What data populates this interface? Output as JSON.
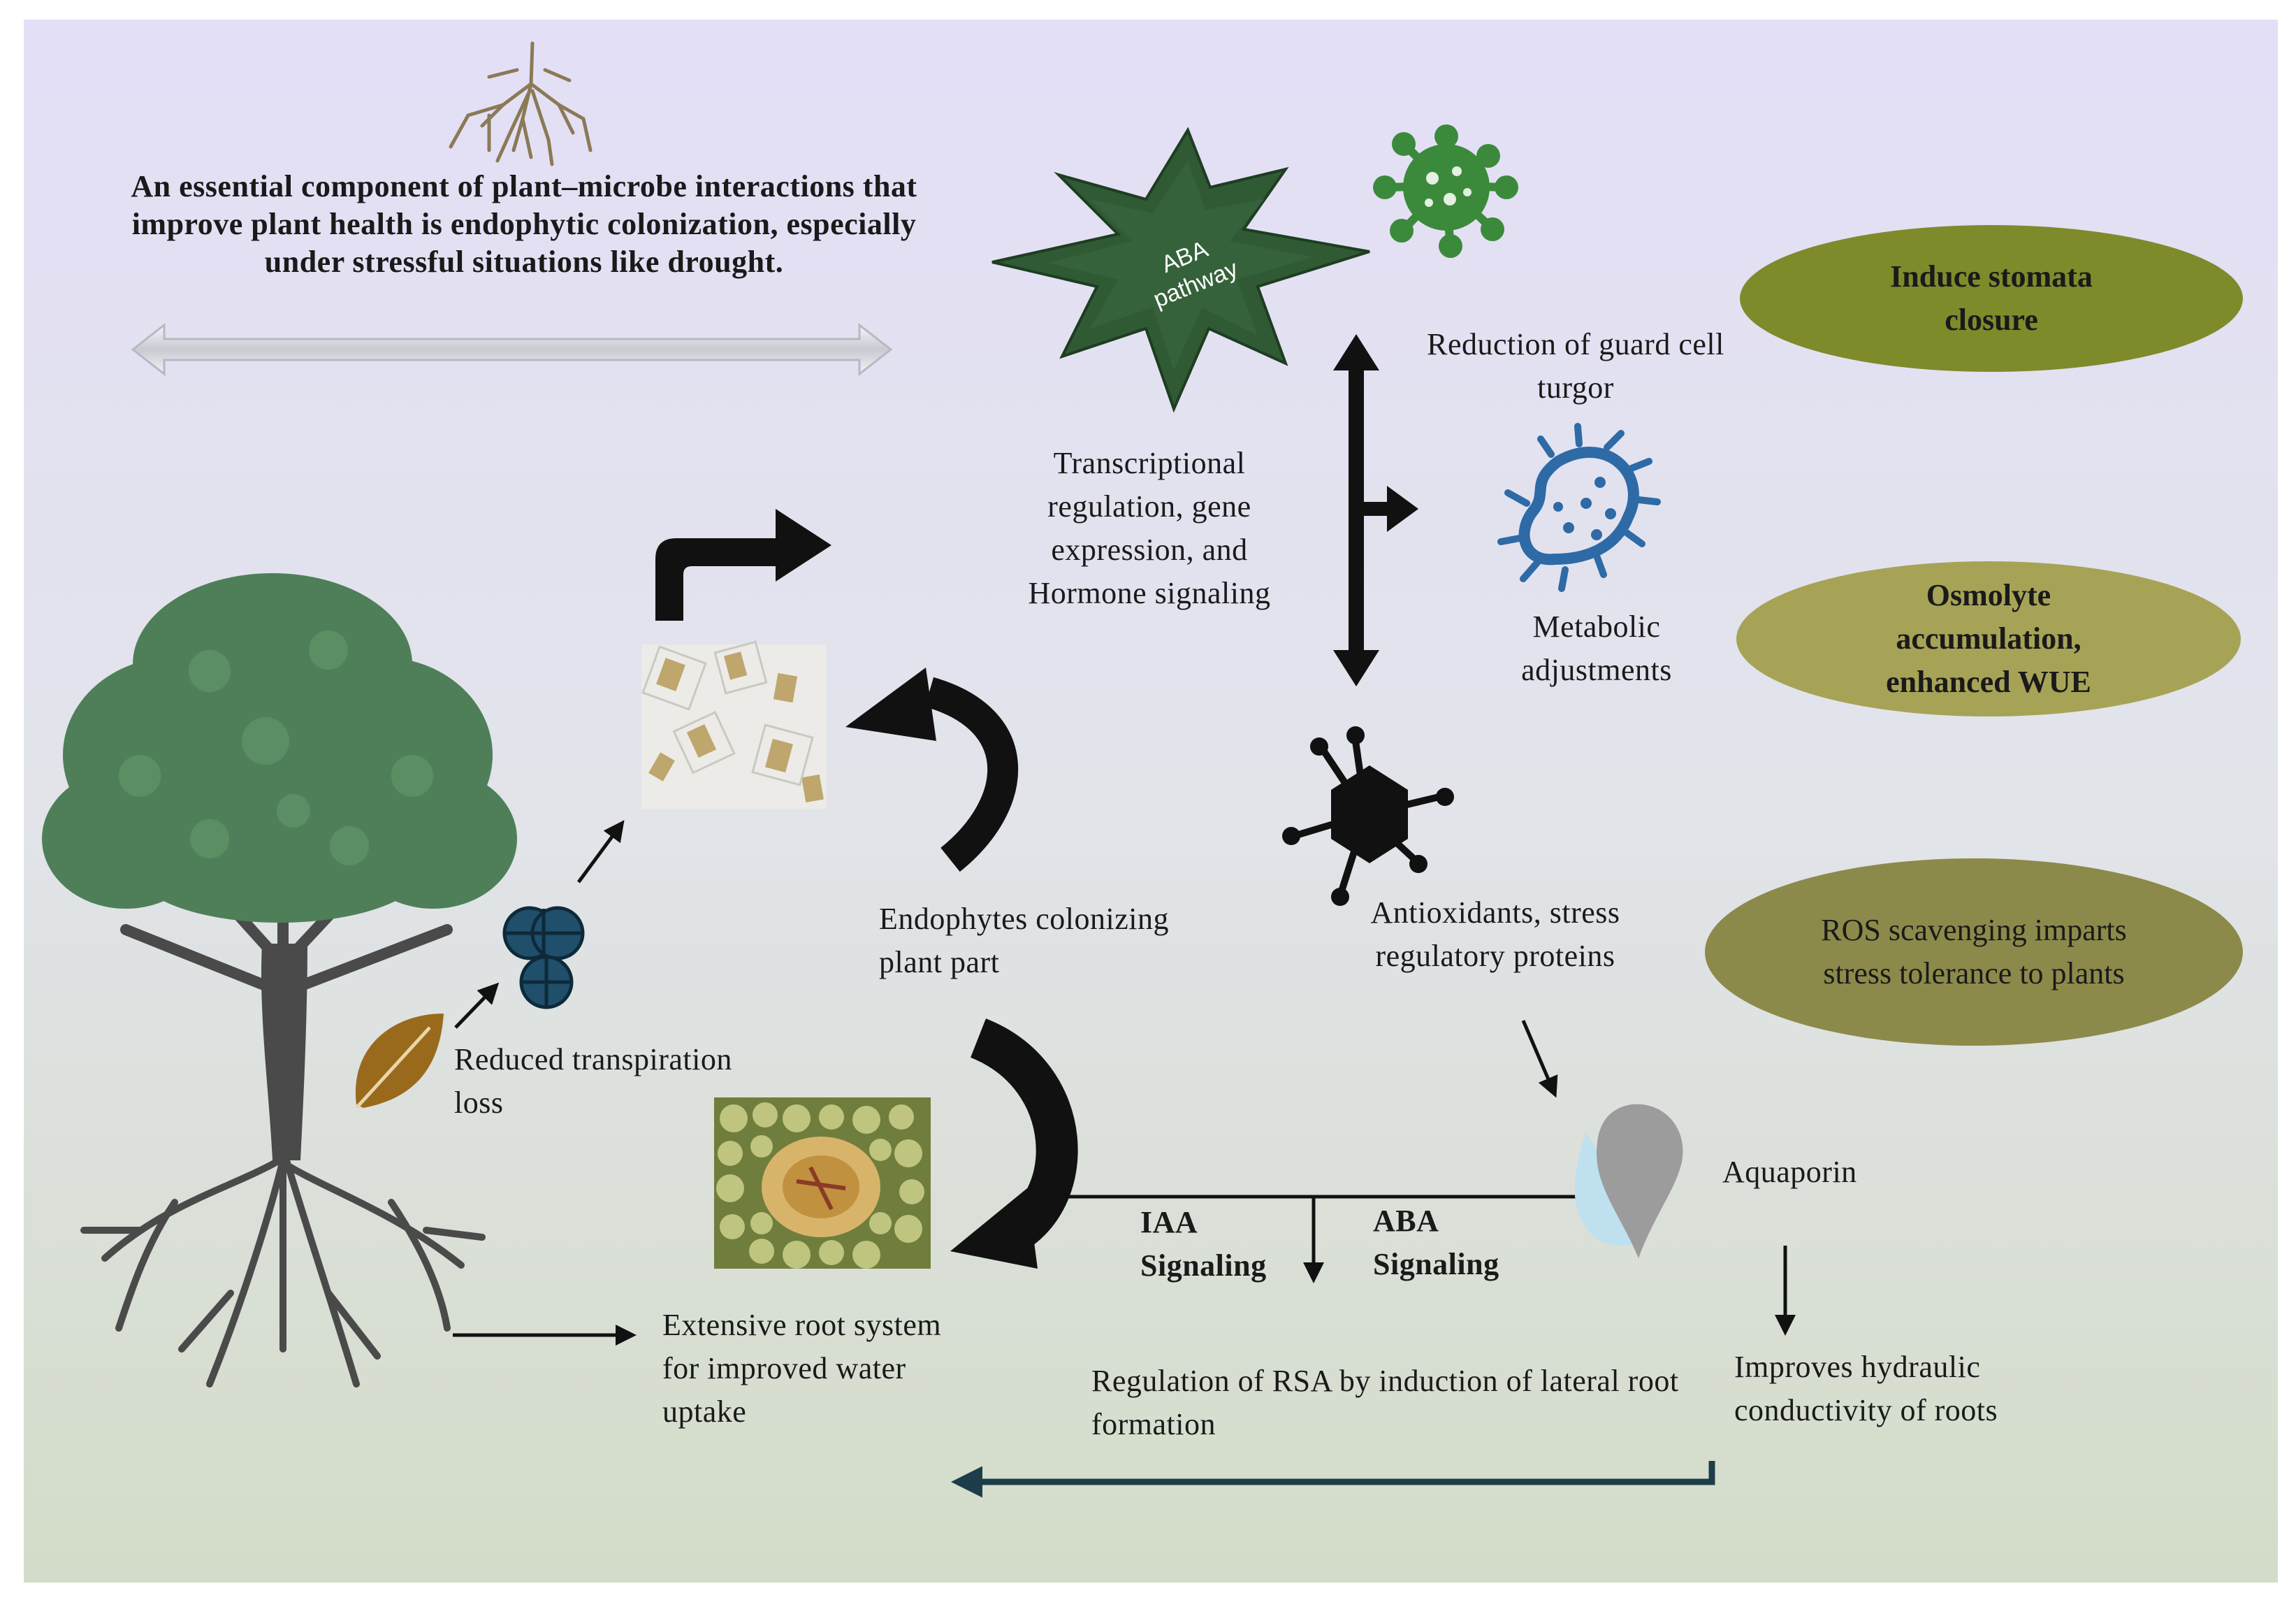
{
  "intro": {
    "text": "An essential component of plant–microbe interactions that improve plant health is endophytic colonization, especially under stressful situations like drought."
  },
  "aba_star": {
    "line1": "ABA",
    "line2": "pathway"
  },
  "labels": {
    "transcriptional": "Transcriptional regulation, gene expression, and Hormone signaling",
    "guard_cell": "Reduction of guard cell turgor",
    "metabolic": "Metabolic adjustments",
    "antioxidants": "Antioxidants, stress regulatory proteins",
    "endophytes": "Endophytes colonizing plant part",
    "reduced_transpiration": "Reduced transpiration loss",
    "aquaporin": "Aquaporin",
    "iaa_signaling_1": "IAA",
    "iaa_signaling_2": "Signaling",
    "aba_signaling_1": "ABA",
    "aba_signaling_2": "Signaling",
    "root_system": "Extensive root system for improved water uptake",
    "rsa": "Regulation of RSA by induction of lateral root formation",
    "hydraulic": "Improves hydraulic conductivity of roots"
  },
  "ovals": {
    "stomata": "Induce stomata closure",
    "osmolyte": "Osmolyte accumulation, enhanced WUE",
    "ros": "ROS scavenging imparts stress tolerance to plants"
  },
  "colors": {
    "bg_top": "#e3dff7",
    "bg_bottom": "#d3dcc8",
    "oval_stomata": "#7f8a2b",
    "oval_osmolyte": "#a6a356",
    "oval_ros": "#8c8a4a",
    "tree": "#4f7f58",
    "trunk": "#4a4a4a",
    "star": "#2f5a34",
    "virus": "#3b8a3c",
    "bacterium": "#2e6aa6",
    "leaf": "#9a6a1c",
    "spore": "#1f4f6a"
  }
}
